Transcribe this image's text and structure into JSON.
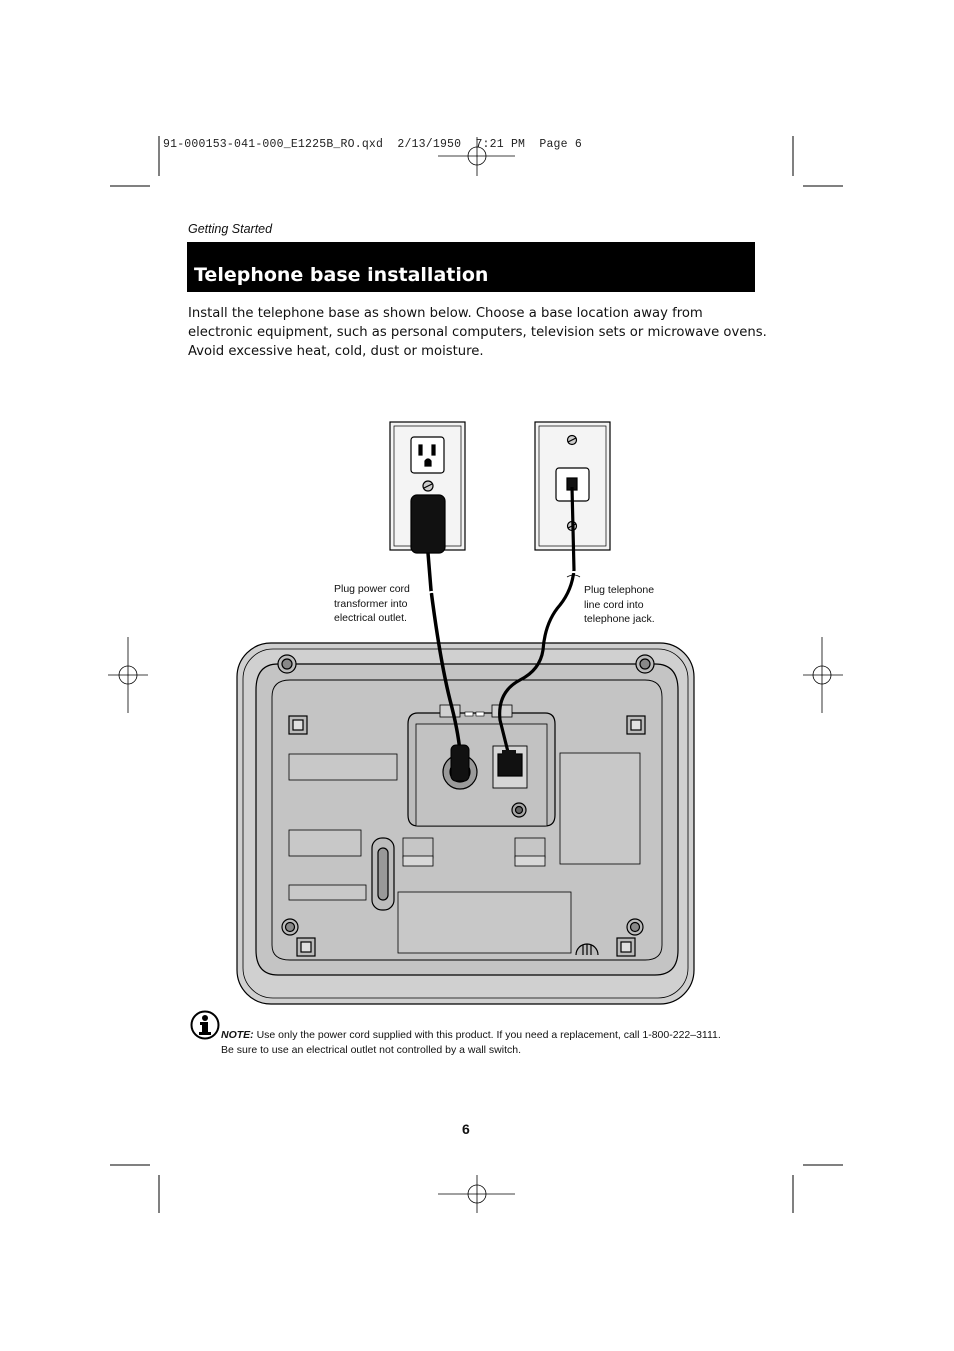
{
  "header": {
    "slug": "91-000153-041-000_E1225B_RO.qxd  2/13/1950  7:21 PM  Page 6",
    "section": "Getting Started"
  },
  "title": "Telephone base installation",
  "intro": [
    "Install the telephone base as shown below. Choose a base location away from",
    "electronic equipment, such as personal computers, television sets or microwave ovens.",
    "Avoid excessive heat, cold, dust or moisture."
  ],
  "callouts": {
    "power": [
      "Plug power cord",
      "transformer into",
      "electrical outlet."
    ],
    "phone": [
      "Plug telephone",
      "line cord into",
      "telephone jack."
    ]
  },
  "note": {
    "label": "NOTE:",
    "line1": " Use only the power cord supplied with this product. If you need a replacement, call 1-800-222–3111.",
    "line2": "Be sure to use an electrical outlet not controlled by a wall switch."
  },
  "page_number": "6",
  "icons": {
    "note": "info-icon"
  },
  "colors": {
    "title_bar": "#000000",
    "base_fill": "#cccccc",
    "base_panel": "#bdbdbd"
  }
}
